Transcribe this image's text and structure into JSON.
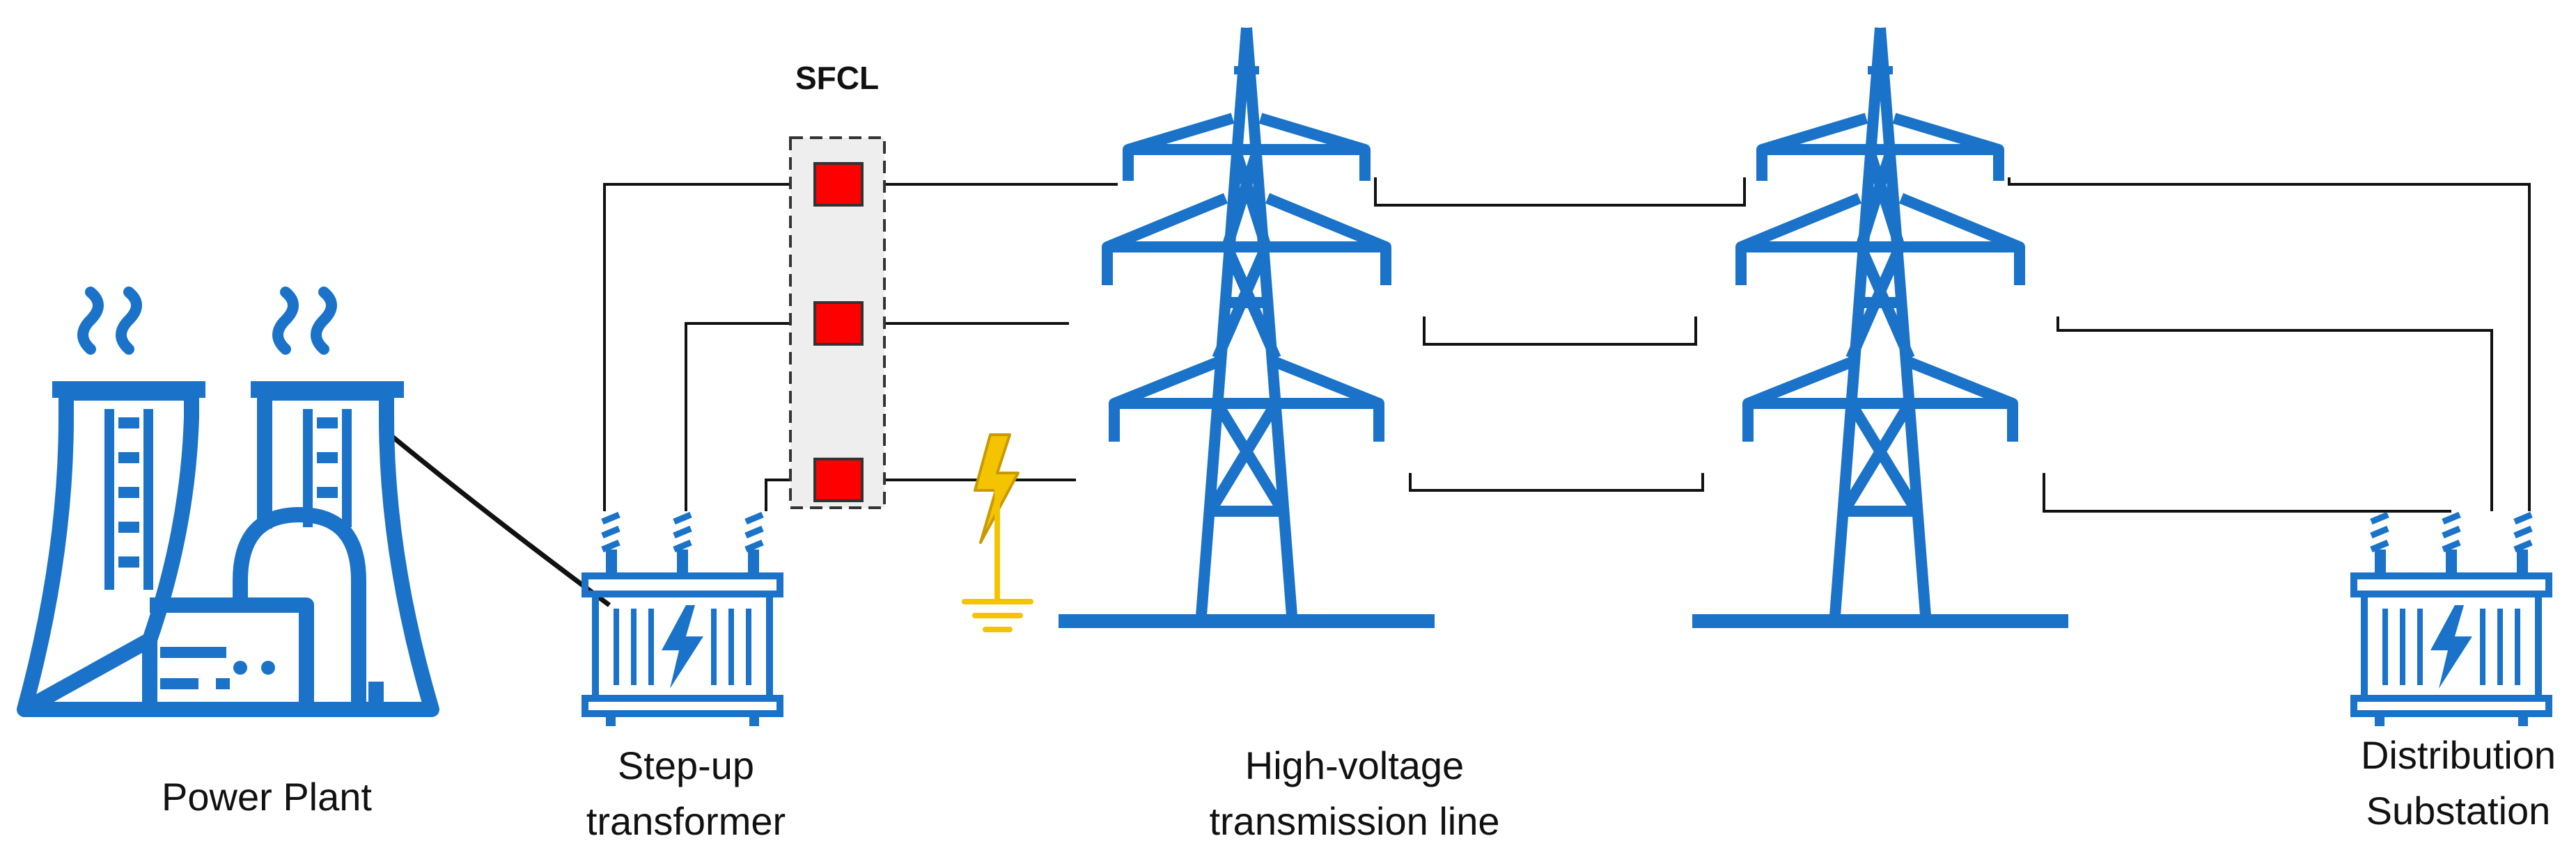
{
  "labels": {
    "sfcl": "SFCL",
    "power_plant": "Power Plant",
    "step_up_line1": "Step-up",
    "step_up_line2": "transformer",
    "hv_line1": "High-voltage",
    "hv_line2": "transmission line",
    "dist_line1": "Distribution",
    "dist_line2": "Substation"
  },
  "colors": {
    "icon": "#1a73c8",
    "wire": "#111111",
    "sfcl_module": "#ff0000",
    "sfcl_box_fill": "#eeeeee",
    "fault": "#f5c400"
  },
  "icons": {
    "power_plant": "power-plant-icon",
    "step_up_transformer": "transformer-icon",
    "tower_left": "transmission-tower-icon",
    "tower_right": "transmission-tower-icon",
    "distribution_transformer": "transformer-icon",
    "fault": "lightning-bolt-icon",
    "ground": "ground-symbol-icon"
  }
}
